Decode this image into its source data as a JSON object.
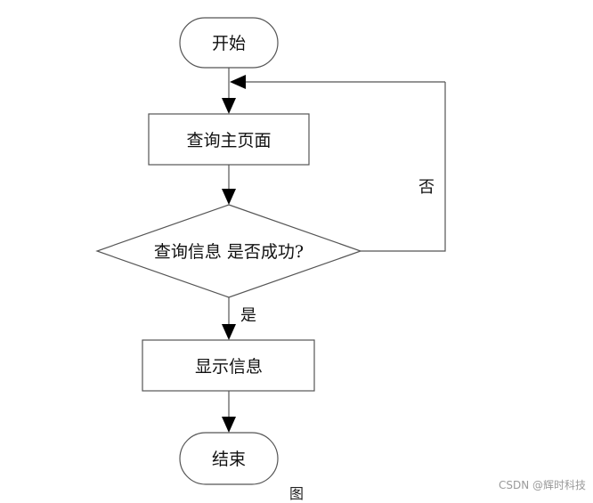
{
  "nodes": {
    "start": "开始",
    "query_home": "查询主页面",
    "decision": "查询信息 是否成功?",
    "display": "显示信息",
    "end": "结束"
  },
  "edges": {
    "no_label": "否",
    "yes_label": "是"
  },
  "caption": "图",
  "watermark": "CSDN @辉时科技"
}
